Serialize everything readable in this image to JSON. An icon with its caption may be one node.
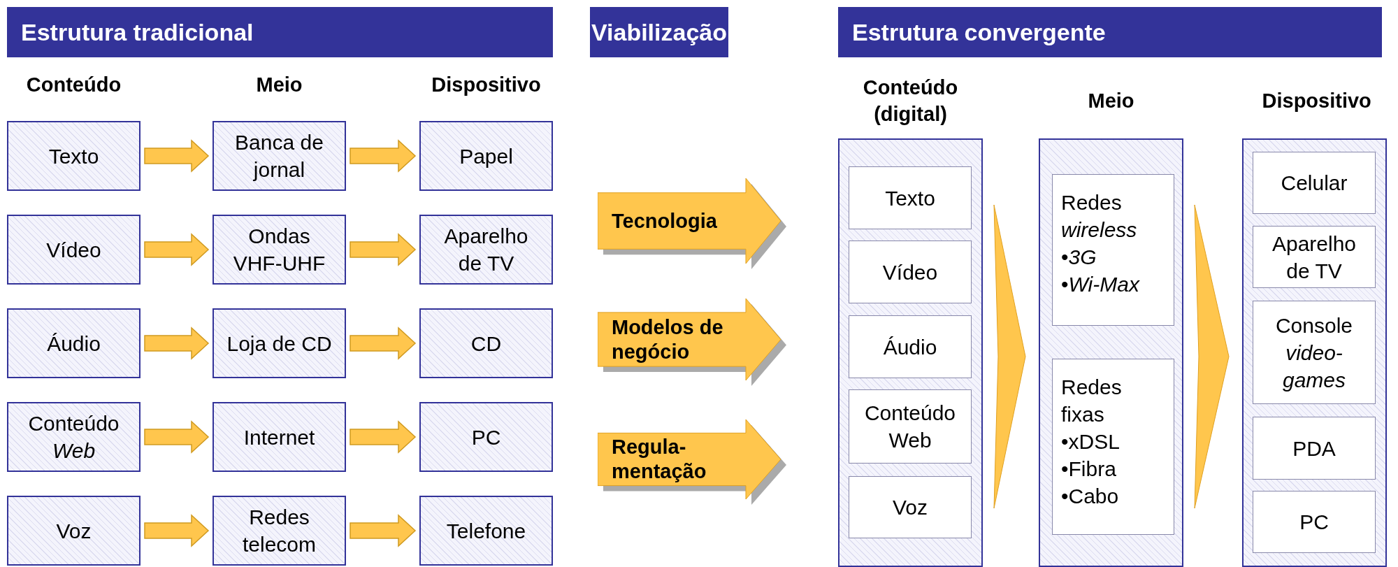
{
  "diagram": {
    "nodes": [
      {
        "text": [
          "Estrutura tradicional"
        ]
      },
      {
        "text": [
          "Viabilização"
        ]
      },
      {
        "text": [
          "Estrutura convergente"
        ]
      },
      {
        "text": [
          "Texto"
        ]
      },
      {
        "text": [
          "Banca de jornal"
        ]
      },
      {
        "text": [
          "Papel"
        ]
      },
      {
        "text": [
          "Vídeo"
        ]
      },
      {
        "text": [
          "Ondas VHF-UHF"
        ]
      },
      {
        "text": [
          "Aparelho de TV"
        ]
      },
      {
        "text": [
          "Áudio"
        ]
      },
      {
        "text": [
          "Loja de CD"
        ]
      },
      {
        "text": [
          "CD"
        ]
      },
      {
        "text": [
          "Conteúdo *Web*"
        ]
      },
      {
        "text": [
          "Internet"
        ]
      },
      {
        "text": [
          "PC"
        ]
      },
      {
        "text": [
          "Voz"
        ]
      },
      {
        "text": [
          "Redes telecom"
        ]
      },
      {
        "text": [
          "Telefone"
        ]
      },
      {
        "text": [
          "Tecnologia"
        ]
      },
      {
        "text": [
          "Modelos de negócio"
        ]
      },
      {
        "text": [
          "Regula- mentação"
        ]
      },
      {
        "text": [
          "Conteúdo (digital)"
        ]
      },
      {
        "text": [
          "Texto"
        ],
        "in": 21
      },
      {
        "text": [
          "Vídeo"
        ],
        "in": 21
      },
      {
        "text": [
          "Áudio"
        ],
        "in": 21
      },
      {
        "text": [
          "Conteúdo Web"
        ],
        "in": 21
      },
      {
        "text": [
          "Voz"
        ],
        "in": 21
      },
      {
        "text": [
          "Meio"
        ]
      },
      {
        "text": [
          "Redes *wireless*",
          "•*3G*",
          "•*Wi-Max*"
        ],
        "in": 27
      },
      {
        "text": [
          "Redes fixas",
          "•xDSL",
          "•Fibra",
          "•Cabo"
        ],
        "in": 27
      },
      {
        "text": [
          "Dispositivo"
        ]
      },
      {
        "text": [
          "Celular"
        ],
        "in": 30
      },
      {
        "text": [
          "Aparelho de TV"
        ],
        "in": 30
      },
      {
        "text": [
          "Console *video-games*"
        ],
        "in": 30
      },
      {
        "text": [
          "PDA"
        ],
        "in": 30
      },
      {
        "text": [
          "PC"
        ],
        "in": 30
      }
    ],
    "edges": [
      {
        "from": 3,
        "to": 4,
        "arrow": "to"
      },
      {
        "from": 4,
        "to": 5,
        "arrow": "to"
      },
      {
        "from": 6,
        "to": 7,
        "arrow": "to"
      },
      {
        "from": 7,
        "to": 8,
        "arrow": "to"
      },
      {
        "from": 9,
        "to": 10,
        "arrow": "to"
      },
      {
        "from": 10,
        "to": 11,
        "arrow": "to"
      },
      {
        "from": 12,
        "to": 13,
        "arrow": "to"
      },
      {
        "from": 13,
        "to": 14,
        "arrow": "to"
      },
      {
        "from": 15,
        "to": 16,
        "arrow": "to"
      },
      {
        "from": 16,
        "to": 17,
        "arrow": "to"
      },
      {
        "from": 21,
        "to": 27,
        "arrow": "to"
      },
      {
        "from": 27,
        "to": 30,
        "arrow": "to"
      }
    ],
    "labels": [
      "Conteúdo",
      "Meio",
      "Dispositivo"
    ]
  }
}
